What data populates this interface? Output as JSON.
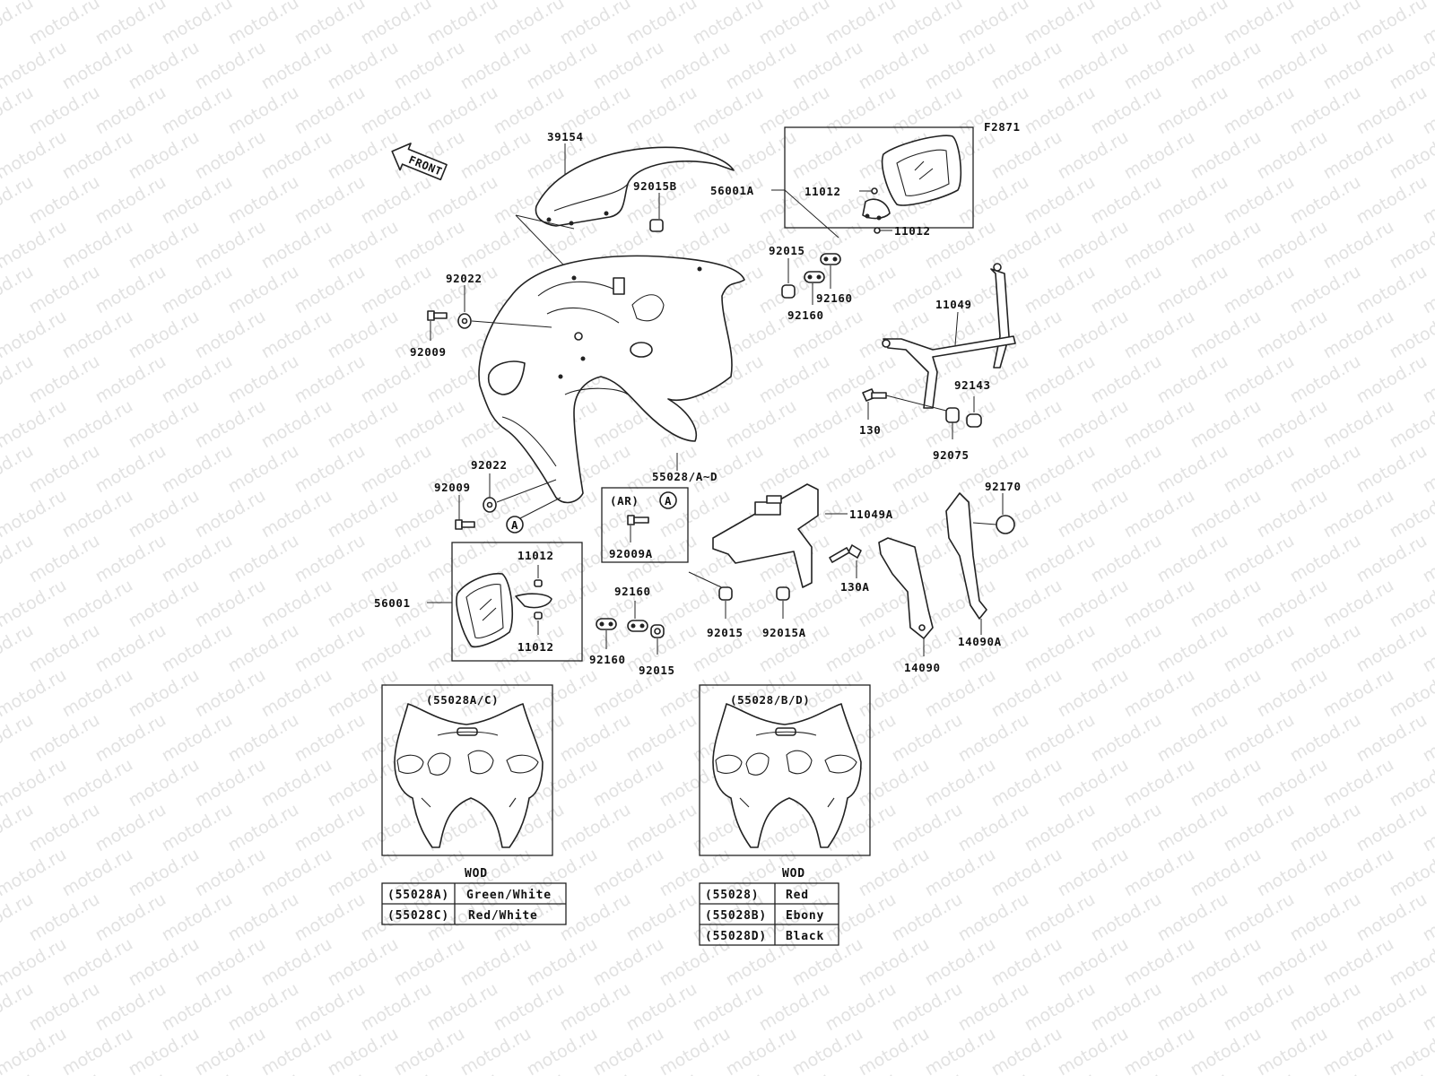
{
  "watermark": "motod.ru",
  "figure_code": "F2871",
  "front_label": "FRONT",
  "parts": {
    "windshield": "39154",
    "windshield_nut": "92015B",
    "mirror_right_assy": "56001A",
    "mirror_right_pin_top": "11012",
    "mirror_right_pin_bottom": "11012",
    "washer_upper": "92022",
    "screw_upper": "92009",
    "nut_92015_upper": "92015",
    "damper_upper_a": "92160",
    "damper_upper_b": "92160",
    "stay": "11049",
    "grommet": "92143",
    "bolt_130": "130",
    "collar": "92075",
    "cowling": "55028/A~D",
    "washer_lower": "92022",
    "screw_lower": "92009",
    "ar_note": "(AR)",
    "ref_a": "A",
    "screw_ar": "92009A",
    "stay_lower": "11049A",
    "clip": "92170",
    "bolt_130a": "130A",
    "nut_92015_lower": "92015",
    "nut_92015a": "92015A",
    "damper_lower_a": "92160",
    "damper_lower_b": "92160",
    "nut_92015_small": "92015",
    "mirror_left_assy": "56001",
    "mirror_left_pin_top": "11012",
    "mirror_left_pin_bottom": "11012",
    "cover": "14090",
    "cover_a": "14090A"
  },
  "variant_left": {
    "caption": "(55028A/C)",
    "table_title": "WOD",
    "rows": [
      {
        "code": "(55028A)",
        "color": "Green/White"
      },
      {
        "code": "(55028C)",
        "color": "Red/White"
      }
    ]
  },
  "variant_right": {
    "caption": "(55028/B/D)",
    "table_title": "WOD",
    "rows": [
      {
        "code": "(55028)",
        "color": "Red"
      },
      {
        "code": "(55028B)",
        "color": "Ebony"
      },
      {
        "code": "(55028D)",
        "color": "Black"
      }
    ]
  }
}
